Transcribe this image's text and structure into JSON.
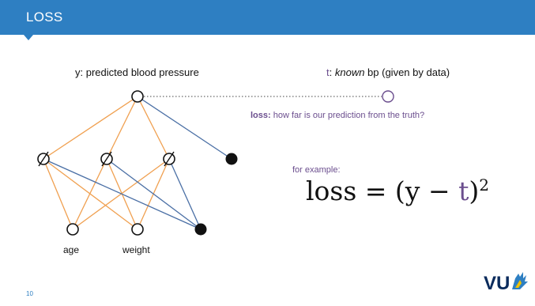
{
  "header": {
    "title": "LOSS"
  },
  "labels": {
    "y": "y: predicted blood pressure",
    "t_prefix": "t",
    "t_known": "known",
    "t_suffix": " bp (given by data)",
    "loss_bold": "loss:",
    "loss_desc": " how far is our prediction from the truth?",
    "example": "for example:",
    "age": "age",
    "weight": "weight"
  },
  "formula": {
    "lhs": "loss = (y − ",
    "t": "t",
    "rhs": ")",
    "exponent": "2"
  },
  "page_number": "10",
  "logo": {
    "text": "VU"
  },
  "colors": {
    "header": "#2e7fc2",
    "orange": "#f0a050",
    "blue": "#4a6fa5",
    "purple": "#6b4e8e"
  }
}
